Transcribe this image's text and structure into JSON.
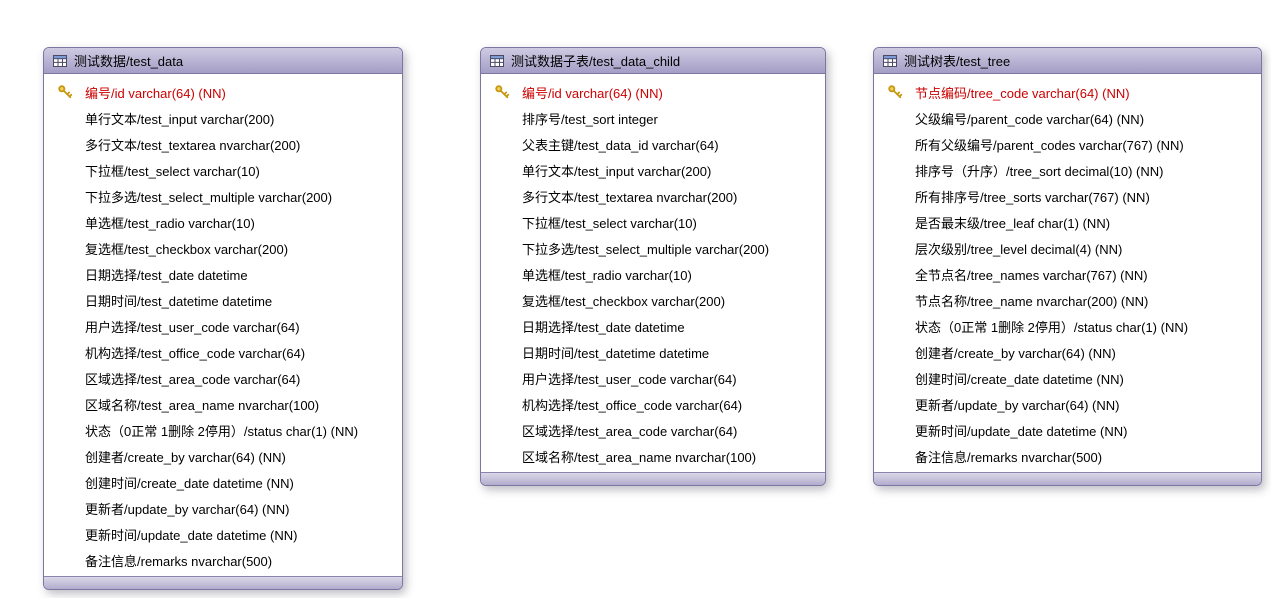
{
  "diagram_type": "database-er-diagram",
  "colors": {
    "header_top": "#cfcbe2",
    "header_bottom": "#a49ec6",
    "border": "#7c76a3",
    "primary_key_text": "#cc0000",
    "row_text": "#000000",
    "key_icon": "#c79810",
    "background": "#ffffff"
  },
  "icons": {
    "header": "table-icon",
    "primary_key": "key-icon"
  },
  "tables": [
    {
      "title": "测试数据/test_data",
      "fields": [
        {
          "text": "编号/id varchar(64) (NN)",
          "pk": true
        },
        {
          "text": "单行文本/test_input varchar(200)",
          "pk": false
        },
        {
          "text": "多行文本/test_textarea nvarchar(200)",
          "pk": false
        },
        {
          "text": "下拉框/test_select varchar(10)",
          "pk": false
        },
        {
          "text": "下拉多选/test_select_multiple varchar(200)",
          "pk": false
        },
        {
          "text": "单选框/test_radio varchar(10)",
          "pk": false
        },
        {
          "text": "复选框/test_checkbox varchar(200)",
          "pk": false
        },
        {
          "text": "日期选择/test_date datetime",
          "pk": false
        },
        {
          "text": "日期时间/test_datetime datetime",
          "pk": false
        },
        {
          "text": "用户选择/test_user_code varchar(64)",
          "pk": false
        },
        {
          "text": "机构选择/test_office_code varchar(64)",
          "pk": false
        },
        {
          "text": "区域选择/test_area_code varchar(64)",
          "pk": false
        },
        {
          "text": "区域名称/test_area_name nvarchar(100)",
          "pk": false
        },
        {
          "text": "状态（0正常 1删除 2停用）/status char(1) (NN)",
          "pk": false
        },
        {
          "text": "创建者/create_by varchar(64) (NN)",
          "pk": false
        },
        {
          "text": "创建时间/create_date datetime (NN)",
          "pk": false
        },
        {
          "text": "更新者/update_by varchar(64) (NN)",
          "pk": false
        },
        {
          "text": "更新时间/update_date datetime (NN)",
          "pk": false
        },
        {
          "text": "备注信息/remarks nvarchar(500)",
          "pk": false
        }
      ]
    },
    {
      "title": "测试数据子表/test_data_child",
      "fields": [
        {
          "text": "编号/id varchar(64) (NN)",
          "pk": true
        },
        {
          "text": "排序号/test_sort integer",
          "pk": false
        },
        {
          "text": "父表主键/test_data_id varchar(64)",
          "pk": false
        },
        {
          "text": "单行文本/test_input varchar(200)",
          "pk": false
        },
        {
          "text": "多行文本/test_textarea nvarchar(200)",
          "pk": false
        },
        {
          "text": "下拉框/test_select varchar(10)",
          "pk": false
        },
        {
          "text": "下拉多选/test_select_multiple varchar(200)",
          "pk": false
        },
        {
          "text": "单选框/test_radio varchar(10)",
          "pk": false
        },
        {
          "text": "复选框/test_checkbox varchar(200)",
          "pk": false
        },
        {
          "text": "日期选择/test_date datetime",
          "pk": false
        },
        {
          "text": "日期时间/test_datetime datetime",
          "pk": false
        },
        {
          "text": "用户选择/test_user_code varchar(64)",
          "pk": false
        },
        {
          "text": "机构选择/test_office_code varchar(64)",
          "pk": false
        },
        {
          "text": "区域选择/test_area_code varchar(64)",
          "pk": false
        },
        {
          "text": "区域名称/test_area_name nvarchar(100)",
          "pk": false
        }
      ]
    },
    {
      "title": "测试树表/test_tree",
      "fields": [
        {
          "text": "节点编码/tree_code varchar(64) (NN)",
          "pk": true
        },
        {
          "text": "父级编号/parent_code varchar(64) (NN)",
          "pk": false
        },
        {
          "text": "所有父级编号/parent_codes varchar(767) (NN)",
          "pk": false
        },
        {
          "text": "排序号（升序）/tree_sort decimal(10) (NN)",
          "pk": false
        },
        {
          "text": "所有排序号/tree_sorts varchar(767) (NN)",
          "pk": false
        },
        {
          "text": "是否最末级/tree_leaf char(1) (NN)",
          "pk": false
        },
        {
          "text": "层次级别/tree_level decimal(4) (NN)",
          "pk": false
        },
        {
          "text": "全节点名/tree_names varchar(767) (NN)",
          "pk": false
        },
        {
          "text": "节点名称/tree_name nvarchar(200) (NN)",
          "pk": false
        },
        {
          "text": "状态（0正常 1删除 2停用）/status char(1) (NN)",
          "pk": false
        },
        {
          "text": "创建者/create_by varchar(64) (NN)",
          "pk": false
        },
        {
          "text": "创建时间/create_date datetime (NN)",
          "pk": false
        },
        {
          "text": "更新者/update_by varchar(64) (NN)",
          "pk": false
        },
        {
          "text": "更新时间/update_date datetime (NN)",
          "pk": false
        },
        {
          "text": "备注信息/remarks nvarchar(500)",
          "pk": false
        }
      ]
    }
  ]
}
